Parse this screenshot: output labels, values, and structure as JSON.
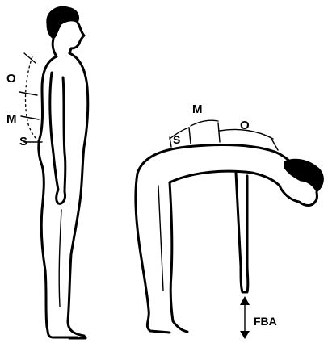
{
  "labels": {
    "standing_O": "O",
    "standing_M": "M",
    "standing_S": "S",
    "bent_S": "S",
    "bent_M": "M",
    "bent_O": "O",
    "measure": "FBA"
  }
}
